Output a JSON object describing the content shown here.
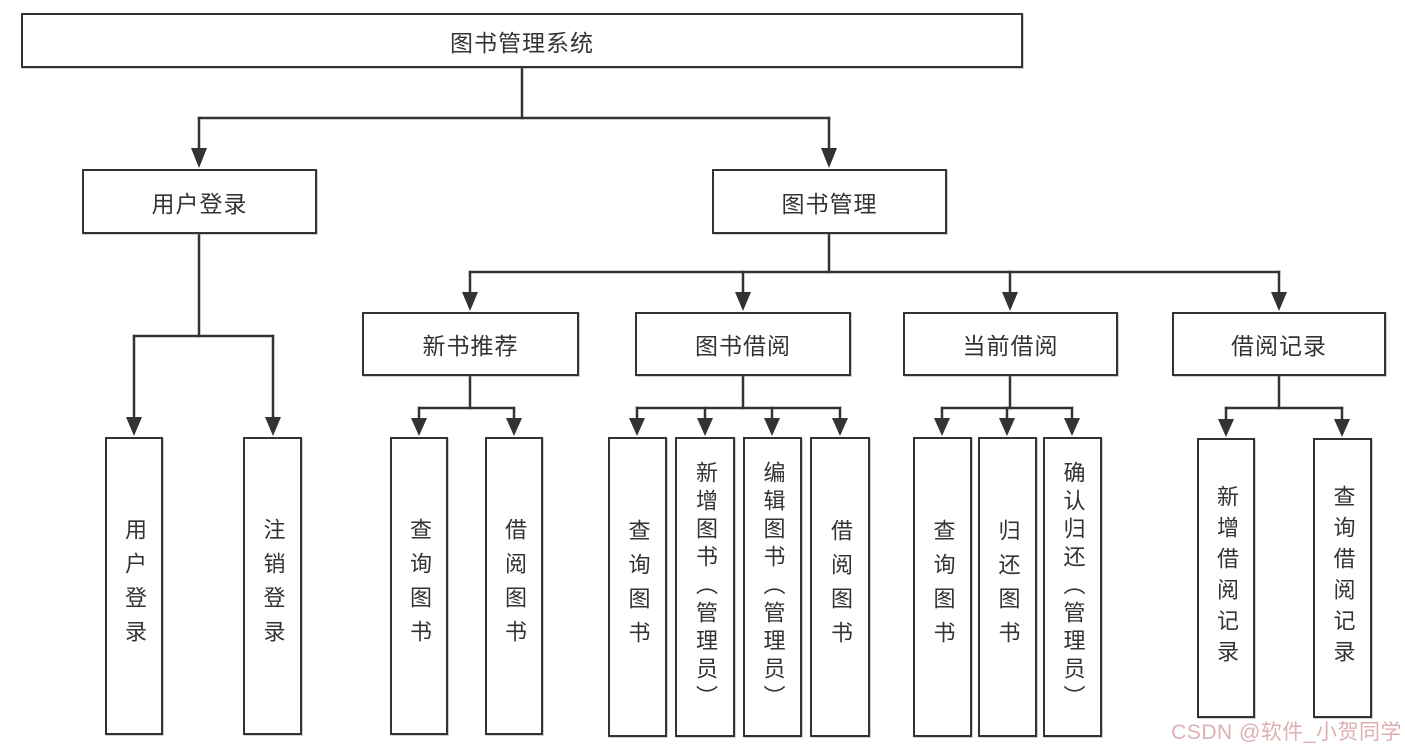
{
  "tree": {
    "label": "图书管理系统",
    "children": [
      {
        "label": "用户登录",
        "children": [
          {
            "label": "用户登录"
          },
          {
            "label": "注销登录"
          }
        ]
      },
      {
        "label": "图书管理",
        "children": [
          {
            "label": "新书推荐",
            "children": [
              {
                "label": "查询图书"
              },
              {
                "label": "借阅图书"
              }
            ]
          },
          {
            "label": "图书借阅",
            "children": [
              {
                "label": "查询图书"
              },
              {
                "label": "新增图书（管理员）"
              },
              {
                "label": "编辑图书（管理员）"
              },
              {
                "label": "借阅图书"
              }
            ]
          },
          {
            "label": "当前借阅",
            "children": [
              {
                "label": "查询图书"
              },
              {
                "label": "归还图书"
              },
              {
                "label": "确认归还（管理员）"
              }
            ]
          },
          {
            "label": "借阅记录",
            "children": [
              {
                "label": "新增借阅记录"
              },
              {
                "label": "查询借阅记录"
              }
            ]
          }
        ]
      }
    ]
  },
  "watermark": {
    "text": "CSDN @软件_小贺同学"
  },
  "colors": {
    "line": "#333333",
    "box_border": "#333333",
    "text": "#333333",
    "background": "#ffffff",
    "watermark": "#ddafb1"
  }
}
